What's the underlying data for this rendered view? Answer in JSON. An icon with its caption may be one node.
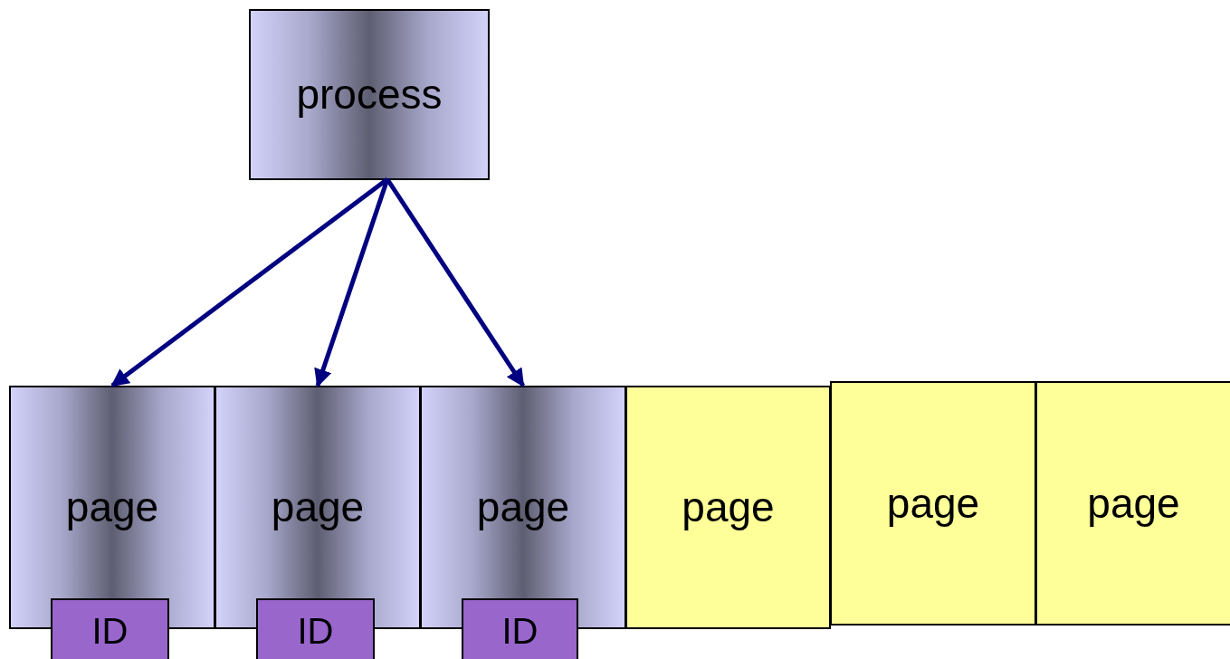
{
  "diagram": {
    "nodes": [
      {
        "text": [
          "process"
        ]
      },
      {
        "text": [
          "page"
        ]
      },
      {
        "text": [
          "page"
        ]
      },
      {
        "text": [
          "page"
        ]
      },
      {
        "text": [
          "page"
        ]
      },
      {
        "text": [
          "page"
        ]
      },
      {
        "text": [
          "page"
        ]
      },
      {
        "text": [
          "ID"
        ]
      },
      {
        "text": [
          "ID"
        ]
      },
      {
        "text": [
          "ID"
        ]
      }
    ],
    "edges": [
      {
        "from": 0,
        "to": 1,
        "arrow": "to"
      },
      {
        "from": 0,
        "to": 2,
        "arrow": "to"
      },
      {
        "from": 0,
        "to": 3,
        "arrow": "to"
      }
    ]
  }
}
